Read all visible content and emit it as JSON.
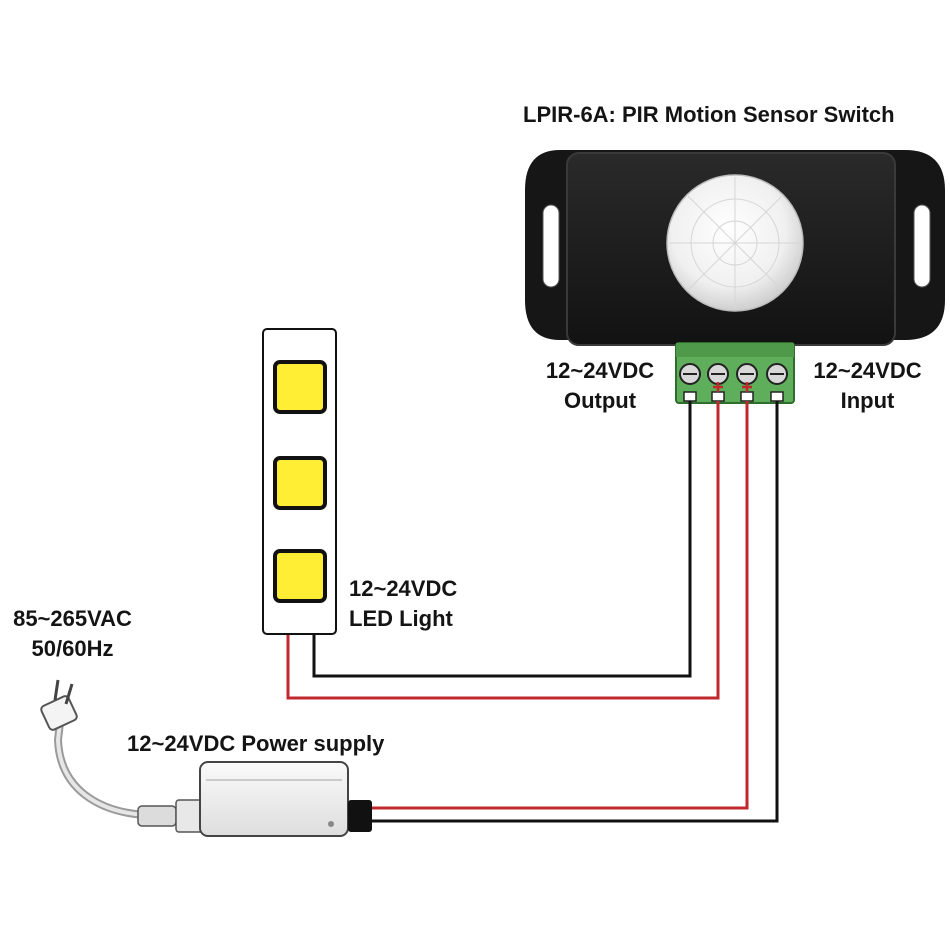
{
  "sensor": {
    "title": "LPIR-6A: PIR Motion Sensor Switch",
    "output_label_line1": "12~24VDC",
    "output_label_line2": "Output",
    "input_label_line1": "12~24VDC",
    "input_label_line2": "Input"
  },
  "led": {
    "label_line1": "12~24VDC",
    "label_line2": "LED Light"
  },
  "power_supply": {
    "label": "12~24VDC Power supply"
  },
  "mains": {
    "label_line1": "85~265VAC",
    "label_line2": "50/60Hz"
  },
  "colors": {
    "wire_red": "#c0282d",
    "wire_black": "#111111",
    "terminal_green": "#5fae5b",
    "sensor_body": "#1c1c1c",
    "led_chip": "#ffee33",
    "ps_body": "#eeeeee"
  }
}
